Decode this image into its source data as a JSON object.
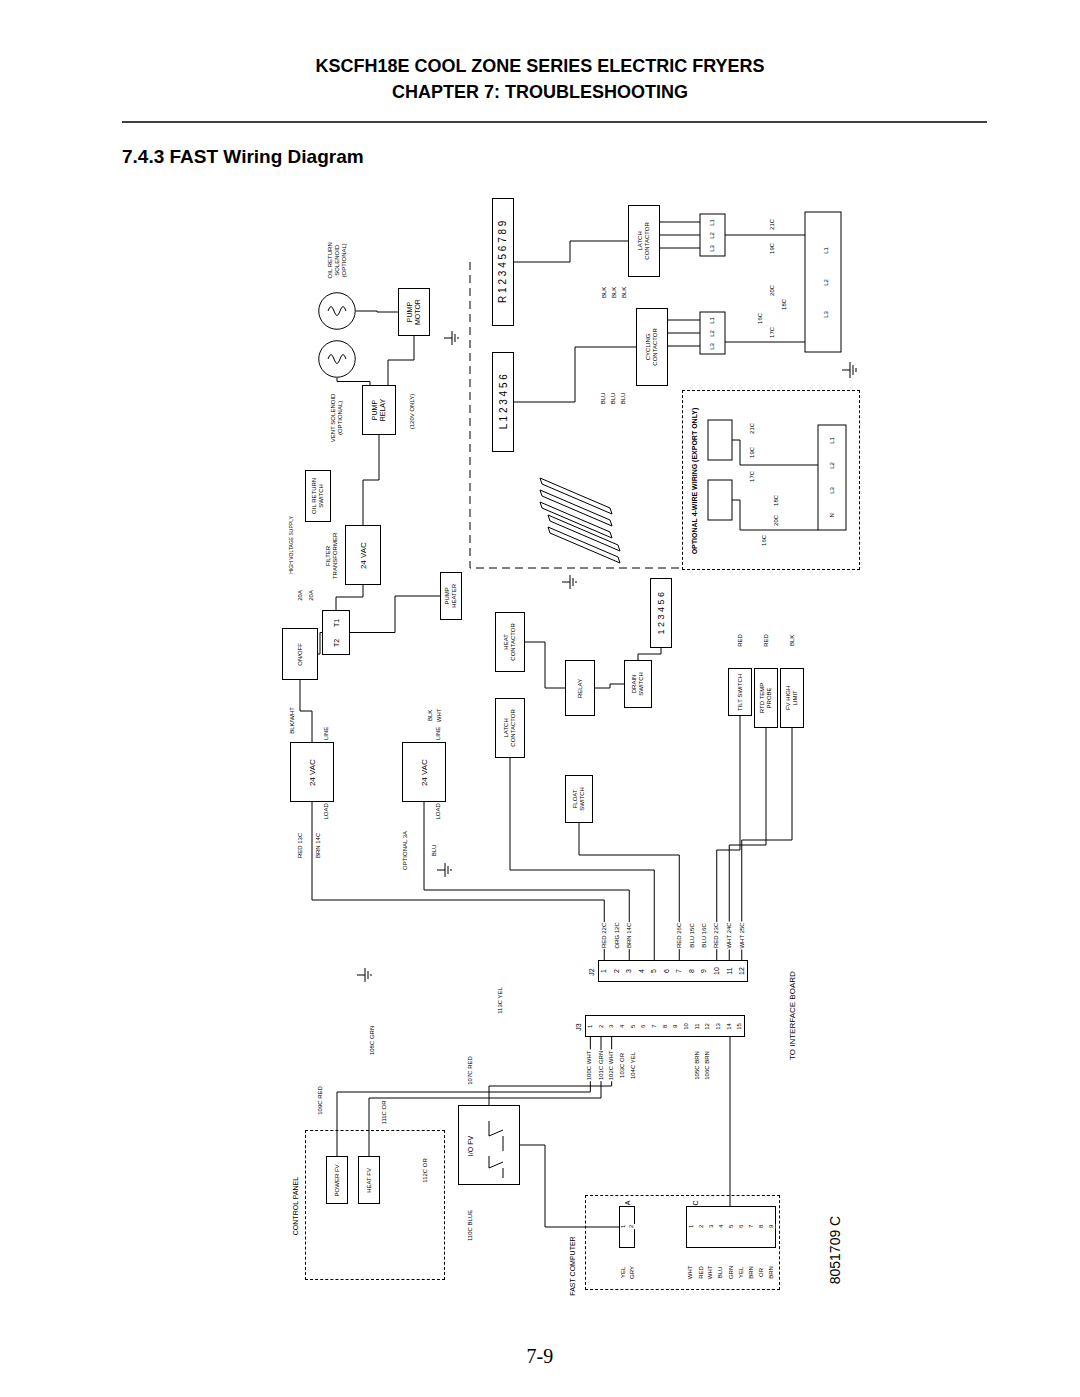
{
  "diagram": {
    "title": "7.4.3 FAST Wiring Diagram",
    "nodes": [
      {
        "text": [
          "R 1 2 3 4 5 6 7 8 9"
        ]
      },
      {
        "text": [
          "L 1 2 3 4 5 6"
        ]
      },
      {
        "text": [
          "LATCH CONTACTOR"
        ]
      },
      {
        "text": [
          "CYCLING CONTACTOR"
        ]
      },
      {
        "text": [
          "OIL RETURN SOLENOID (OPTIONAL)"
        ]
      },
      {
        "text": [
          "VENT SOLENOID (OPTIONAL)"
        ]
      },
      {
        "text": [
          "PUMP MOTOR"
        ]
      },
      {
        "text": [
          "PUMP RELAY",
          "(120V ONLY)"
        ]
      },
      {
        "text": [
          "OIL RETURN SWITCH"
        ]
      },
      {
        "text": [
          "24 VAC",
          "FILTER TRANSFORMER"
        ]
      },
      {
        "text": [
          "PUMP HEATER"
        ]
      },
      {
        "text": [
          "ON/OFF"
        ]
      },
      {
        "text": [
          "24 VAC"
        ]
      },
      {
        "text": [
          "24 VAC"
        ]
      },
      {
        "text": [
          "HEAT CONTACTOR"
        ]
      },
      {
        "text": [
          "LATCH CONTACTOR"
        ]
      },
      {
        "text": [
          "RELAY"
        ]
      },
      {
        "text": [
          "FLOAT SWITCH"
        ]
      },
      {
        "text": [
          "DRAIN SWITCH"
        ]
      },
      {
        "text": [
          "TILT SWITCH"
        ]
      },
      {
        "text": [
          "RTD TEMP PROBE"
        ]
      },
      {
        "text": [
          "FV HIGH LIMIT"
        ]
      },
      {
        "text": [
          "J2"
        ]
      },
      {
        "text": [
          "J3"
        ]
      },
      {
        "text": [
          "CONTROL PANEL"
        ]
      },
      {
        "text": [
          "POWER FV"
        ],
        "in": 24
      },
      {
        "text": [
          "HEAT FV"
        ],
        "in": 24
      },
      {
        "text": [
          "I/O FV"
        ]
      },
      {
        "text": [
          "FAST COMPUTER"
        ]
      },
      {
        "text": [
          "A"
        ],
        "in": 28
      },
      {
        "text": [
          "C"
        ],
        "in": 28
      },
      {
        "text": [
          "OPTIONAL 4-WIRE WIRING (EXPORT ONLY)"
        ]
      },
      {
        "text": [
          "1 2 3 4 5 6"
        ]
      },
      {
        "text": [
          "T1",
          "T2"
        ]
      }
    ],
    "edges": [
      {
        "from": 0,
        "to": 2,
        "arrow": "none"
      },
      {
        "from": 1,
        "to": 3,
        "arrow": "none"
      },
      {
        "from": 4,
        "to": 6,
        "arrow": "none"
      },
      {
        "from": 5,
        "to": 7,
        "arrow": "none"
      },
      {
        "from": 7,
        "to": 6,
        "arrow": "none"
      },
      {
        "from": 9,
        "to": 7,
        "arrow": "none"
      },
      {
        "from": 9,
        "to": 33,
        "arrow": "none"
      },
      {
        "from": 33,
        "to": 10,
        "arrow": "none"
      },
      {
        "from": 11,
        "to": 33,
        "arrow": "none"
      },
      {
        "from": 11,
        "to": 12,
        "arrow": "none"
      },
      {
        "from": 12,
        "to": 22,
        "arrow": "none"
      },
      {
        "from": 13,
        "to": 22,
        "arrow": "none"
      },
      {
        "from": 14,
        "to": 16,
        "arrow": "none"
      },
      {
        "from": 16,
        "to": 18,
        "arrow": "none"
      },
      {
        "from": 15,
        "to": 22,
        "arrow": "none"
      },
      {
        "from": 17,
        "to": 22,
        "arrow": "none"
      },
      {
        "from": 18,
        "to": 32,
        "arrow": "none"
      },
      {
        "from": 19,
        "to": 22,
        "arrow": "none"
      },
      {
        "from": 20,
        "to": 22,
        "arrow": "none"
      },
      {
        "from": 21,
        "to": 22,
        "arrow": "none"
      },
      {
        "from": 23,
        "to": 30,
        "arrow": "none"
      },
      {
        "from": 25,
        "to": 23,
        "arrow": "none"
      },
      {
        "from": 26,
        "to": 23,
        "arrow": "none"
      },
      {
        "from": 27,
        "to": 23,
        "arrow": "none"
      },
      {
        "from": 29,
        "to": 27,
        "arrow": "none"
      }
    ],
    "labels": [
      "KSCFH18E COOL ZONE SERIES ELECTRIC FRYERS",
      "CHAPTER 7: TROUBLESHOOTING",
      "TO INTERFACE BOARD",
      "8051709 C",
      "7-9",
      "1",
      "2",
      "3",
      "4",
      "5",
      "6",
      "7",
      "8",
      "9",
      "10",
      "11",
      "12",
      "1",
      "2",
      "3",
      "4",
      "5",
      "6",
      "7",
      "8",
      "9",
      "10",
      "11",
      "12",
      "13",
      "14",
      "15",
      "RED 22C",
      "ORG 12C",
      "BRN 14C",
      "RED 26C",
      "BLU 15C",
      "BLU 16C",
      "RED 23C",
      "WHT 24C",
      "WHT 25C",
      "100C WHT",
      "101C GRN",
      "102C WHT",
      "103C OR",
      "104C YEL",
      "105C BRN",
      "106C BRN",
      "109C RED",
      "111C OR",
      "112C OR",
      "108C GRN",
      "110C BLUE",
      "107C RED",
      "113C YEL",
      "1",
      "2",
      "YEL",
      "GRY",
      "1",
      "2",
      "3",
      "4",
      "5",
      "6",
      "7",
      "8",
      "9",
      "WHT",
      "RED",
      "WHT",
      "BLU",
      "GRN",
      "YEL",
      "BRN",
      "OR",
      "BRN",
      "LINE",
      "LOAD",
      "LINE",
      "LOAD",
      "RED 13C",
      "BRN 14C",
      "OPTIONAL 3A",
      "BLU",
      "BLK/WHT",
      "BLK",
      "WHT",
      "HIGH VOLTAGE SUPPLY",
      "20A",
      "20A",
      "L1",
      "L2",
      "L3",
      "L1",
      "L2",
      "L3",
      "21C",
      "19C",
      "20C",
      "18C",
      "17C",
      "16C",
      "L1",
      "L2",
      "L3",
      "21C",
      "19C",
      "17C",
      "18C",
      "20C",
      "16C",
      "L1",
      "L2",
      "L3",
      "N",
      "BLK",
      "BLK",
      "BLK",
      "BLU",
      "BLU",
      "BLU",
      "RED",
      "RED",
      "BLK"
    ]
  }
}
